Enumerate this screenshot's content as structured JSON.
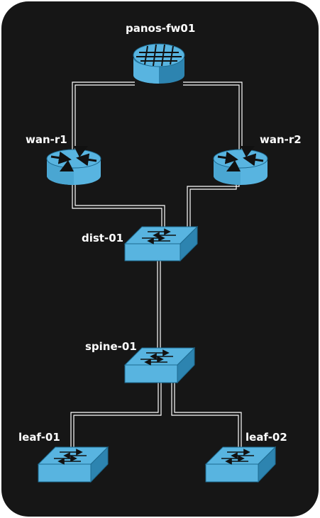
{
  "diagram": {
    "nodes": [
      {
        "id": "panos-fw01",
        "label": "panos-fw01",
        "kind": "firewall"
      },
      {
        "id": "wan-r1",
        "label": "wan-r1",
        "kind": "router"
      },
      {
        "id": "wan-r2",
        "label": "wan-r2",
        "kind": "router"
      },
      {
        "id": "dist-01",
        "label": "dist-01",
        "kind": "switch"
      },
      {
        "id": "spine-01",
        "label": "spine-01",
        "kind": "switch"
      },
      {
        "id": "leaf-01",
        "label": "leaf-01",
        "kind": "switch"
      },
      {
        "id": "leaf-02",
        "label": "leaf-02",
        "kind": "switch"
      }
    ],
    "links": [
      {
        "from": "panos-fw01",
        "to": "wan-r1"
      },
      {
        "from": "panos-fw01",
        "to": "wan-r2"
      },
      {
        "from": "wan-r1",
        "to": "dist-01"
      },
      {
        "from": "wan-r2",
        "to": "dist-01"
      },
      {
        "from": "dist-01",
        "to": "spine-01"
      },
      {
        "from": "spine-01",
        "to": "leaf-01"
      },
      {
        "from": "spine-01",
        "to": "leaf-02"
      }
    ],
    "colors": {
      "background": "#161616",
      "device_fill": "#58b4e0",
      "device_dark": "#2d84b0",
      "link": "#ffffff"
    }
  }
}
